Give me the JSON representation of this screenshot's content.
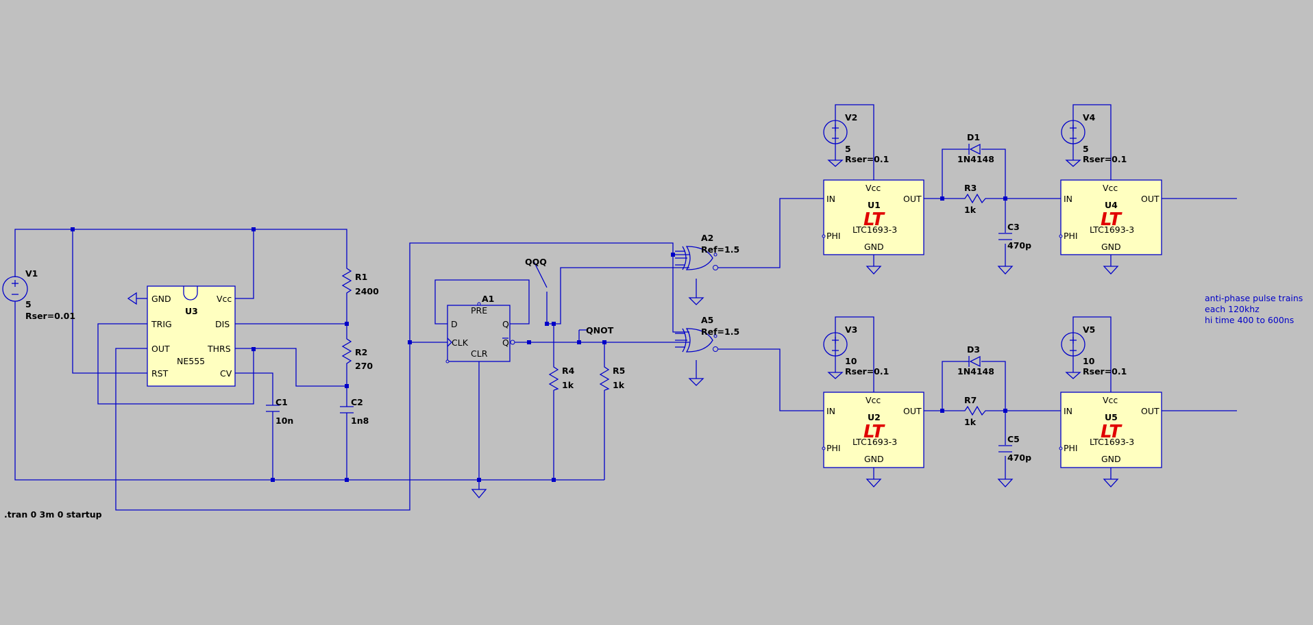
{
  "colors": {
    "background": "#c0c0c0",
    "wire": "#0000c8",
    "ic_fill": "#ffffc0",
    "logo": "#e00000",
    "note": "#0000c8"
  },
  "components": {
    "V1": {
      "name": "V1",
      "value": "5",
      "rser": "Rser=0.01"
    },
    "V2": {
      "name": "V2",
      "value": "5",
      "rser": "Rser=0.1"
    },
    "V3": {
      "name": "V3",
      "value": "10",
      "rser": "Rser=0.1"
    },
    "V4": {
      "name": "V4",
      "value": "5",
      "rser": "Rser=0.1"
    },
    "V5": {
      "name": "V5",
      "value": "10",
      "rser": "Rser=0.1"
    },
    "R1": {
      "name": "R1",
      "value": "2400"
    },
    "R2": {
      "name": "R2",
      "value": "270"
    },
    "R3": {
      "name": "R3",
      "value": "1k"
    },
    "R4": {
      "name": "R4",
      "value": "1k"
    },
    "R5": {
      "name": "R5",
      "value": "1k"
    },
    "R7": {
      "name": "R7",
      "value": "1k"
    },
    "C1": {
      "name": "C1",
      "value": "10n"
    },
    "C2": {
      "name": "C2",
      "value": "1n8"
    },
    "C3": {
      "name": "C3",
      "value": "470p"
    },
    "C5": {
      "name": "C5",
      "value": "470p"
    },
    "D1": {
      "name": "D1",
      "value": "1N4148"
    },
    "D3": {
      "name": "D3",
      "value": "1N4148"
    },
    "A1": {
      "name": "A1",
      "pins": {
        "pre": "PRE",
        "d": "D",
        "q": "Q",
        "clk": "CLK",
        "qbar": "Q",
        "clr": "CLR"
      }
    },
    "A2": {
      "name": "A2",
      "ref": "Ref=1.5"
    },
    "A5": {
      "name": "A5",
      "ref": "Ref=1.5"
    },
    "U3": {
      "name": "U3",
      "part": "NE555",
      "pins": {
        "gnd": "GND",
        "vcc": "Vcc",
        "trig": "TRIG",
        "dis": "DIS",
        "out": "OUT",
        "thrs": "THRS",
        "rst": "RST",
        "cv": "CV"
      }
    },
    "U1": {
      "name": "U1",
      "part": "LTC1693-3"
    },
    "U2": {
      "name": "U2",
      "part": "LTC1693-3"
    },
    "U4": {
      "name": "U4",
      "part": "LTC1693-3"
    },
    "U5": {
      "name": "U5",
      "part": "LTC1693-3"
    }
  },
  "driver_pins": {
    "vcc": "Vcc",
    "in": "IN",
    "out": "OUT",
    "phi": "PHI",
    "gnd": "GND"
  },
  "net_labels": {
    "qqq": "QQQ",
    "qnot": "QNOT"
  },
  "directive": ".tran 0 3m 0 startup",
  "comment": {
    "line1": "anti-phase pulse trains",
    "line2": "each 120khz",
    "line3": "hi time  400 to 600ns"
  }
}
